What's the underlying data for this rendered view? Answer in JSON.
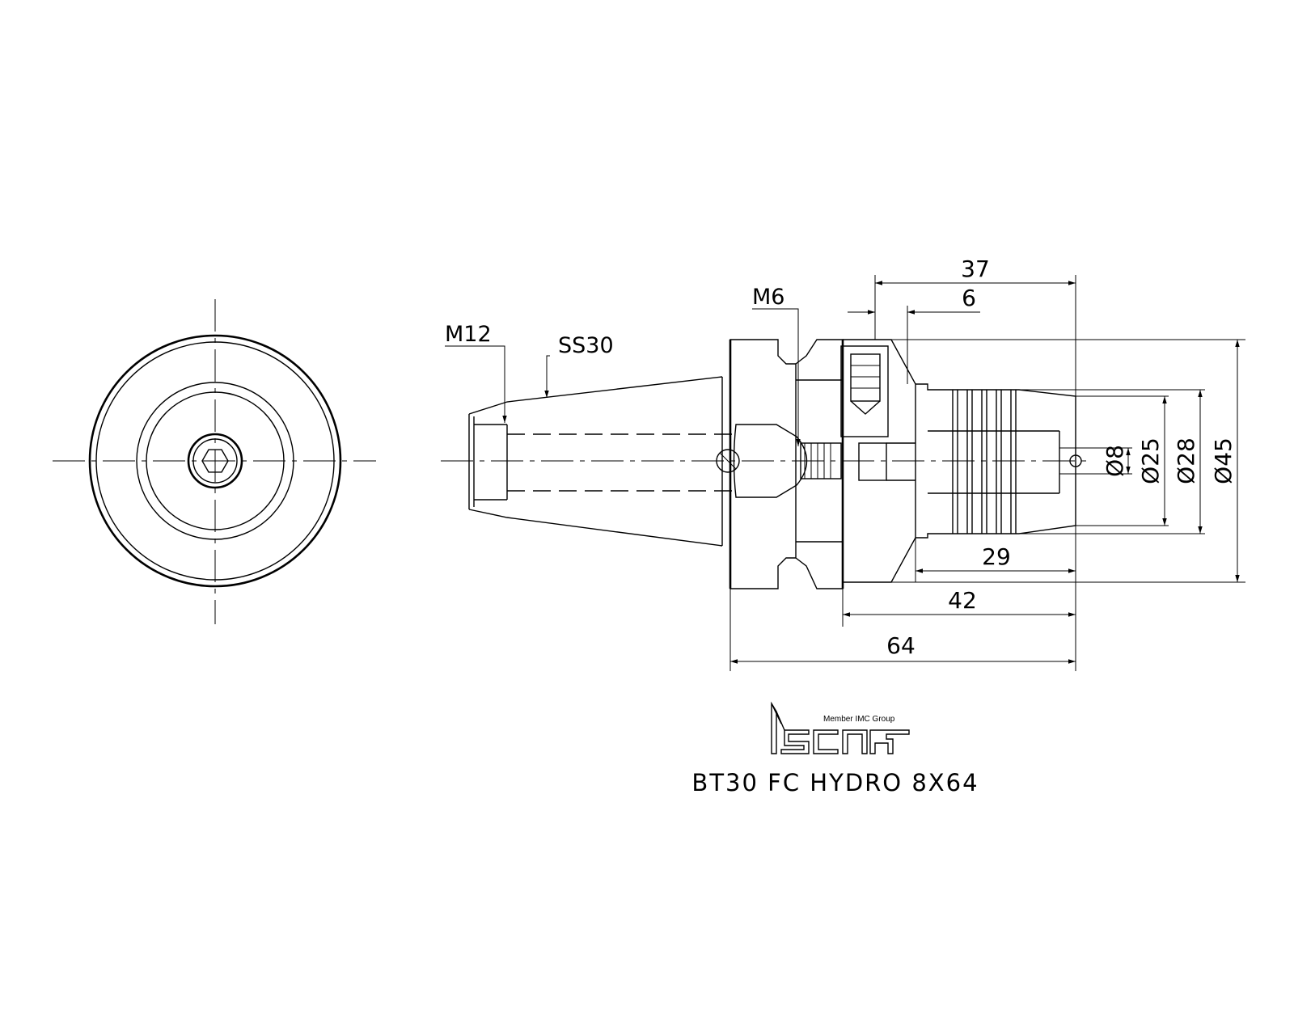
{
  "drawing": {
    "product_title": "BT30 FC HYDRO 8X64",
    "brand": {
      "logo_text": "iscar",
      "member_text": "Member IMC Group"
    },
    "labels": {
      "thread_rear": "M12",
      "taper_standard": "SS30",
      "coolant_screw": "M6"
    },
    "dimensions": {
      "total_length": "64",
      "body_length": "42",
      "clamp_length": "29",
      "front_length": "37",
      "flange_offset": "6",
      "bore_diameter": "Ø8",
      "nose_diameter": "Ø25",
      "sleeve_diameter": "Ø28",
      "body_diameter": "Ø45"
    }
  }
}
